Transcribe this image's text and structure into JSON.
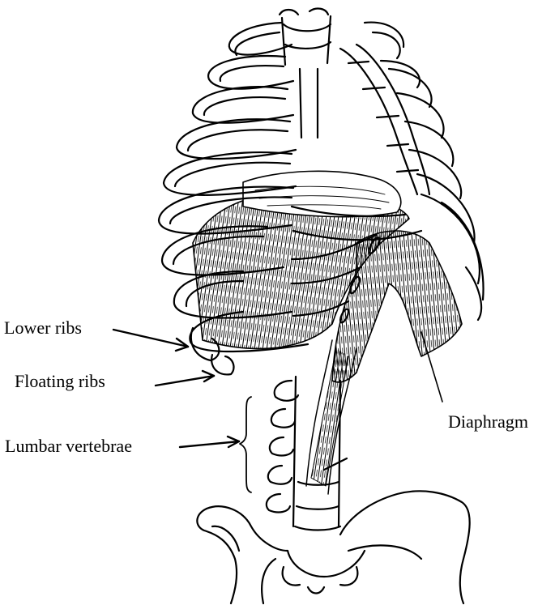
{
  "labels": {
    "lower_ribs": "Lower ribs",
    "floating_ribs": "Floating ribs",
    "lumbar_vertebrae": "Lumbar vertebrae",
    "diaphragm": "Diaphragm"
  },
  "colors": {
    "ink": "#000000",
    "background": "#ffffff"
  }
}
